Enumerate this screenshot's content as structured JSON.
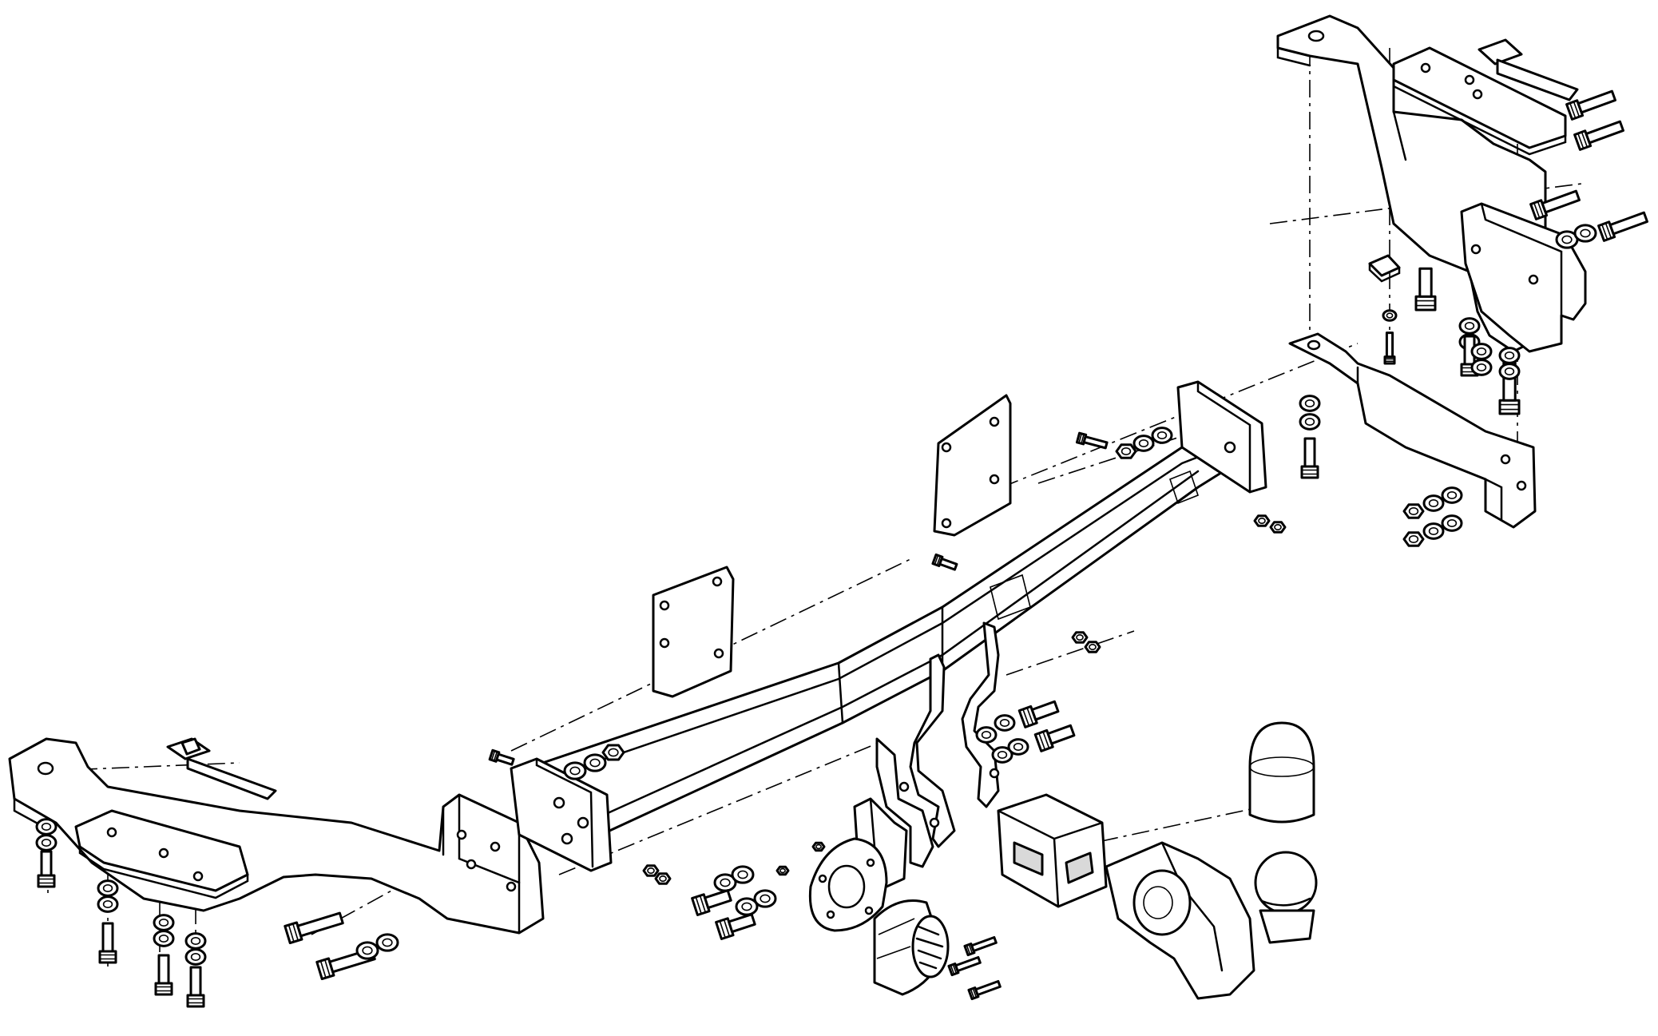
{
  "diagram": {
    "type": "exploded assembly drawing",
    "subject": "tow bar kit",
    "labels": [],
    "components": [
      "left-side-bracket",
      "left-clamp-plate",
      "right-side-bracket",
      "right-clamp-plate",
      "main-crossbar",
      "left-spacer-plate",
      "right-spacer-plate",
      "tow-ball-mount-lug",
      "socket-plate",
      "electrical-socket",
      "receiver-block",
      "tow-ball-neck",
      "tow-ball-cover",
      "bolts",
      "washers",
      "nuts"
    ]
  }
}
